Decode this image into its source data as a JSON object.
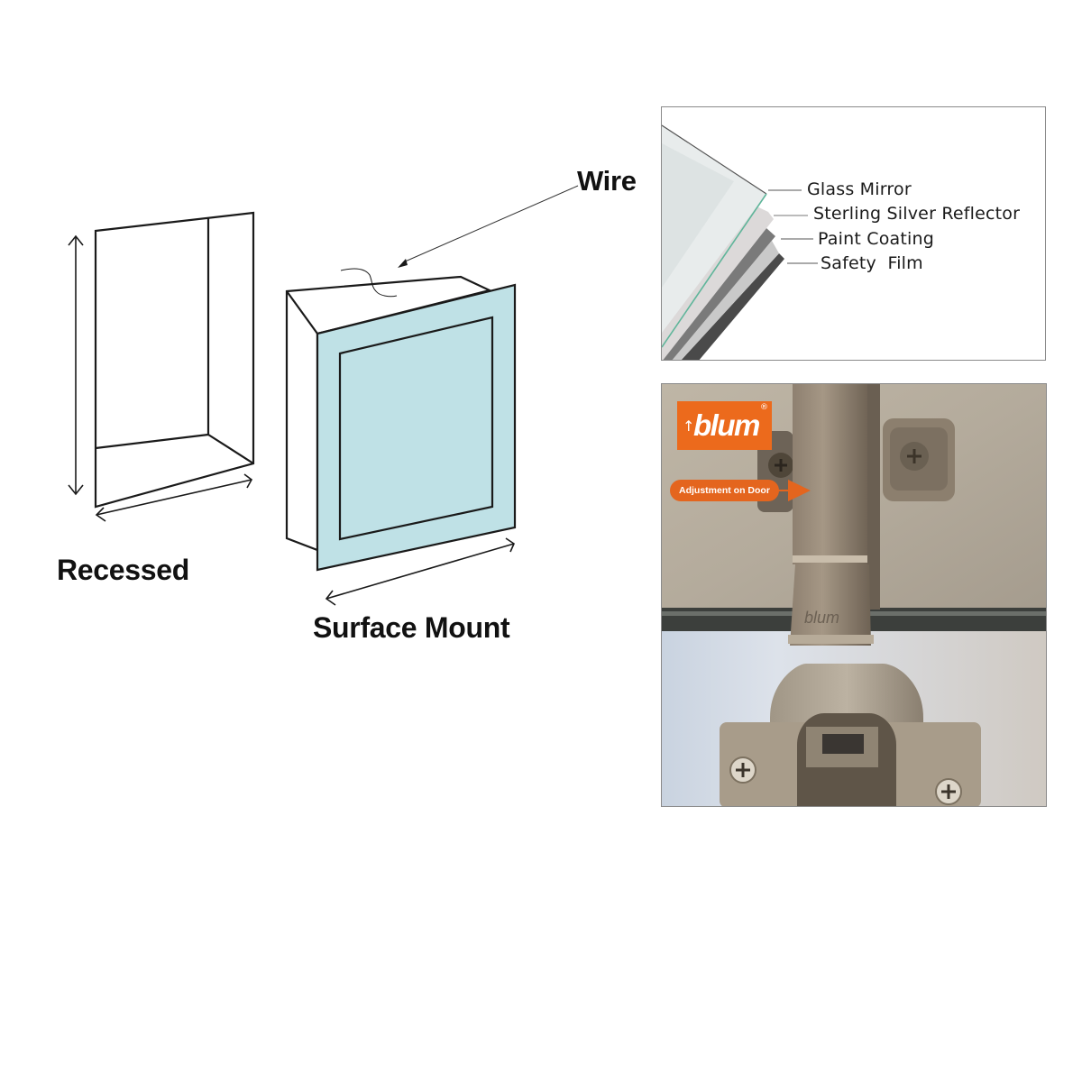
{
  "mount_diagram": {
    "recessed_label": "Recessed",
    "surface_mount_label": "Surface Mount",
    "wire_label": "Wire",
    "mirror_color": "#bfe1e6",
    "line_color": "#1a1a1a"
  },
  "mirror_layers": {
    "labels": [
      "Glass Mirror",
      "Sterling Silver Reflector",
      "Paint Coating",
      "Safety  Film"
    ],
    "colors": {
      "glass": "#e6ecec",
      "glass_edge": "#5fb59a",
      "silver": "#d9d6d6",
      "paint": "#7a7a7a",
      "film": "#4a4a4a"
    }
  },
  "hinge_photo": {
    "brand": "blum",
    "brand_color": "#ec6a1c",
    "registered_mark": "®",
    "callout": "Adjustment on Door",
    "embossed_brand": "blum"
  }
}
